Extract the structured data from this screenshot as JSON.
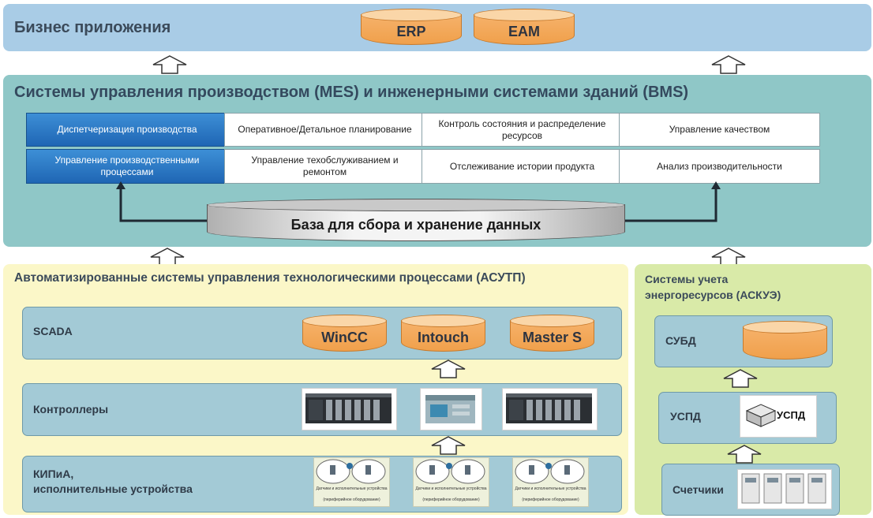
{
  "biz": {
    "title": "Бизнес приложения",
    "apps": [
      "ERP",
      "EAM"
    ]
  },
  "mes": {
    "title": "Системы управления производством (MES) и инженерными системами зданий (BMS)",
    "cells": [
      "Диспетчеризация производства",
      "Оперативное/Детальное планирование",
      "Контроль состояния и распределение ресурсов",
      "Управление качеством",
      "Управление производственными процессами",
      "Управление техобслуживанием и ремонтом",
      "Отслеживание истории продукта",
      "Анализ производительности"
    ],
    "database": "База для сбора и хранение данных"
  },
  "asutp": {
    "title": "Автоматизированные системы управления технологическими процессами (АСУТП)",
    "scada_label": "SCADA",
    "scada_apps": [
      "WinCC",
      "Intouch",
      "Master S"
    ],
    "controllers_label": "Контроллеры",
    "kip_label_line1": "КИПиА,",
    "kip_label_line2": "исполнительные устройства",
    "sensor_caption_1": "Датчики и исполнительные устройства",
    "sensor_caption_2": "(периферийное оборудование)"
  },
  "askue": {
    "title_line1": "Системы учета",
    "title_line2": "энергоресурсов (АСКУЭ)",
    "subd_label": "СУБД",
    "uspd_label": "УСПД",
    "uspd_device_label": "УСПД",
    "meters_label": "Счетчики"
  },
  "colors": {
    "business_band": "#a9cce6",
    "mes_band": "#8fc7c7",
    "asutp_band": "#fbf7c8",
    "askue_band": "#d9eaa8",
    "cylinder": "#f6b26b",
    "highlight_cell": "#1f66b4"
  }
}
